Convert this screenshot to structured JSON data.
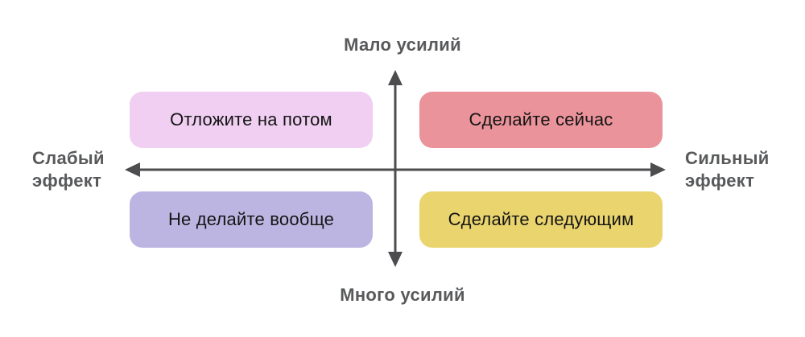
{
  "matrix": {
    "title_hint": "effort-effect-priority-matrix",
    "axis_labels": {
      "top": "Мало усилий",
      "bottom": "Много усилий",
      "left_line1": "Слабый",
      "left_line2": "эффект",
      "right_line1": "Сильный",
      "right_line2": "эффект"
    },
    "quadrants": [
      {
        "position": "top-left",
        "label": "Отложите на потом",
        "color": "#F0CFF2"
      },
      {
        "position": "top-right",
        "label": "Сделайте сейчас",
        "color": "#EA939A"
      },
      {
        "position": "bottom-left",
        "label": "Не делайте вообще",
        "color": "#BDB5E1"
      },
      {
        "position": "bottom-right",
        "label": "Сделайте следующим",
        "color": "#EAD46E"
      }
    ],
    "colors": {
      "arrow": "#4D4D4F",
      "axis_label_text": "#58595B",
      "quadrant_text": "#141414",
      "background": "#FFFFFF"
    }
  }
}
